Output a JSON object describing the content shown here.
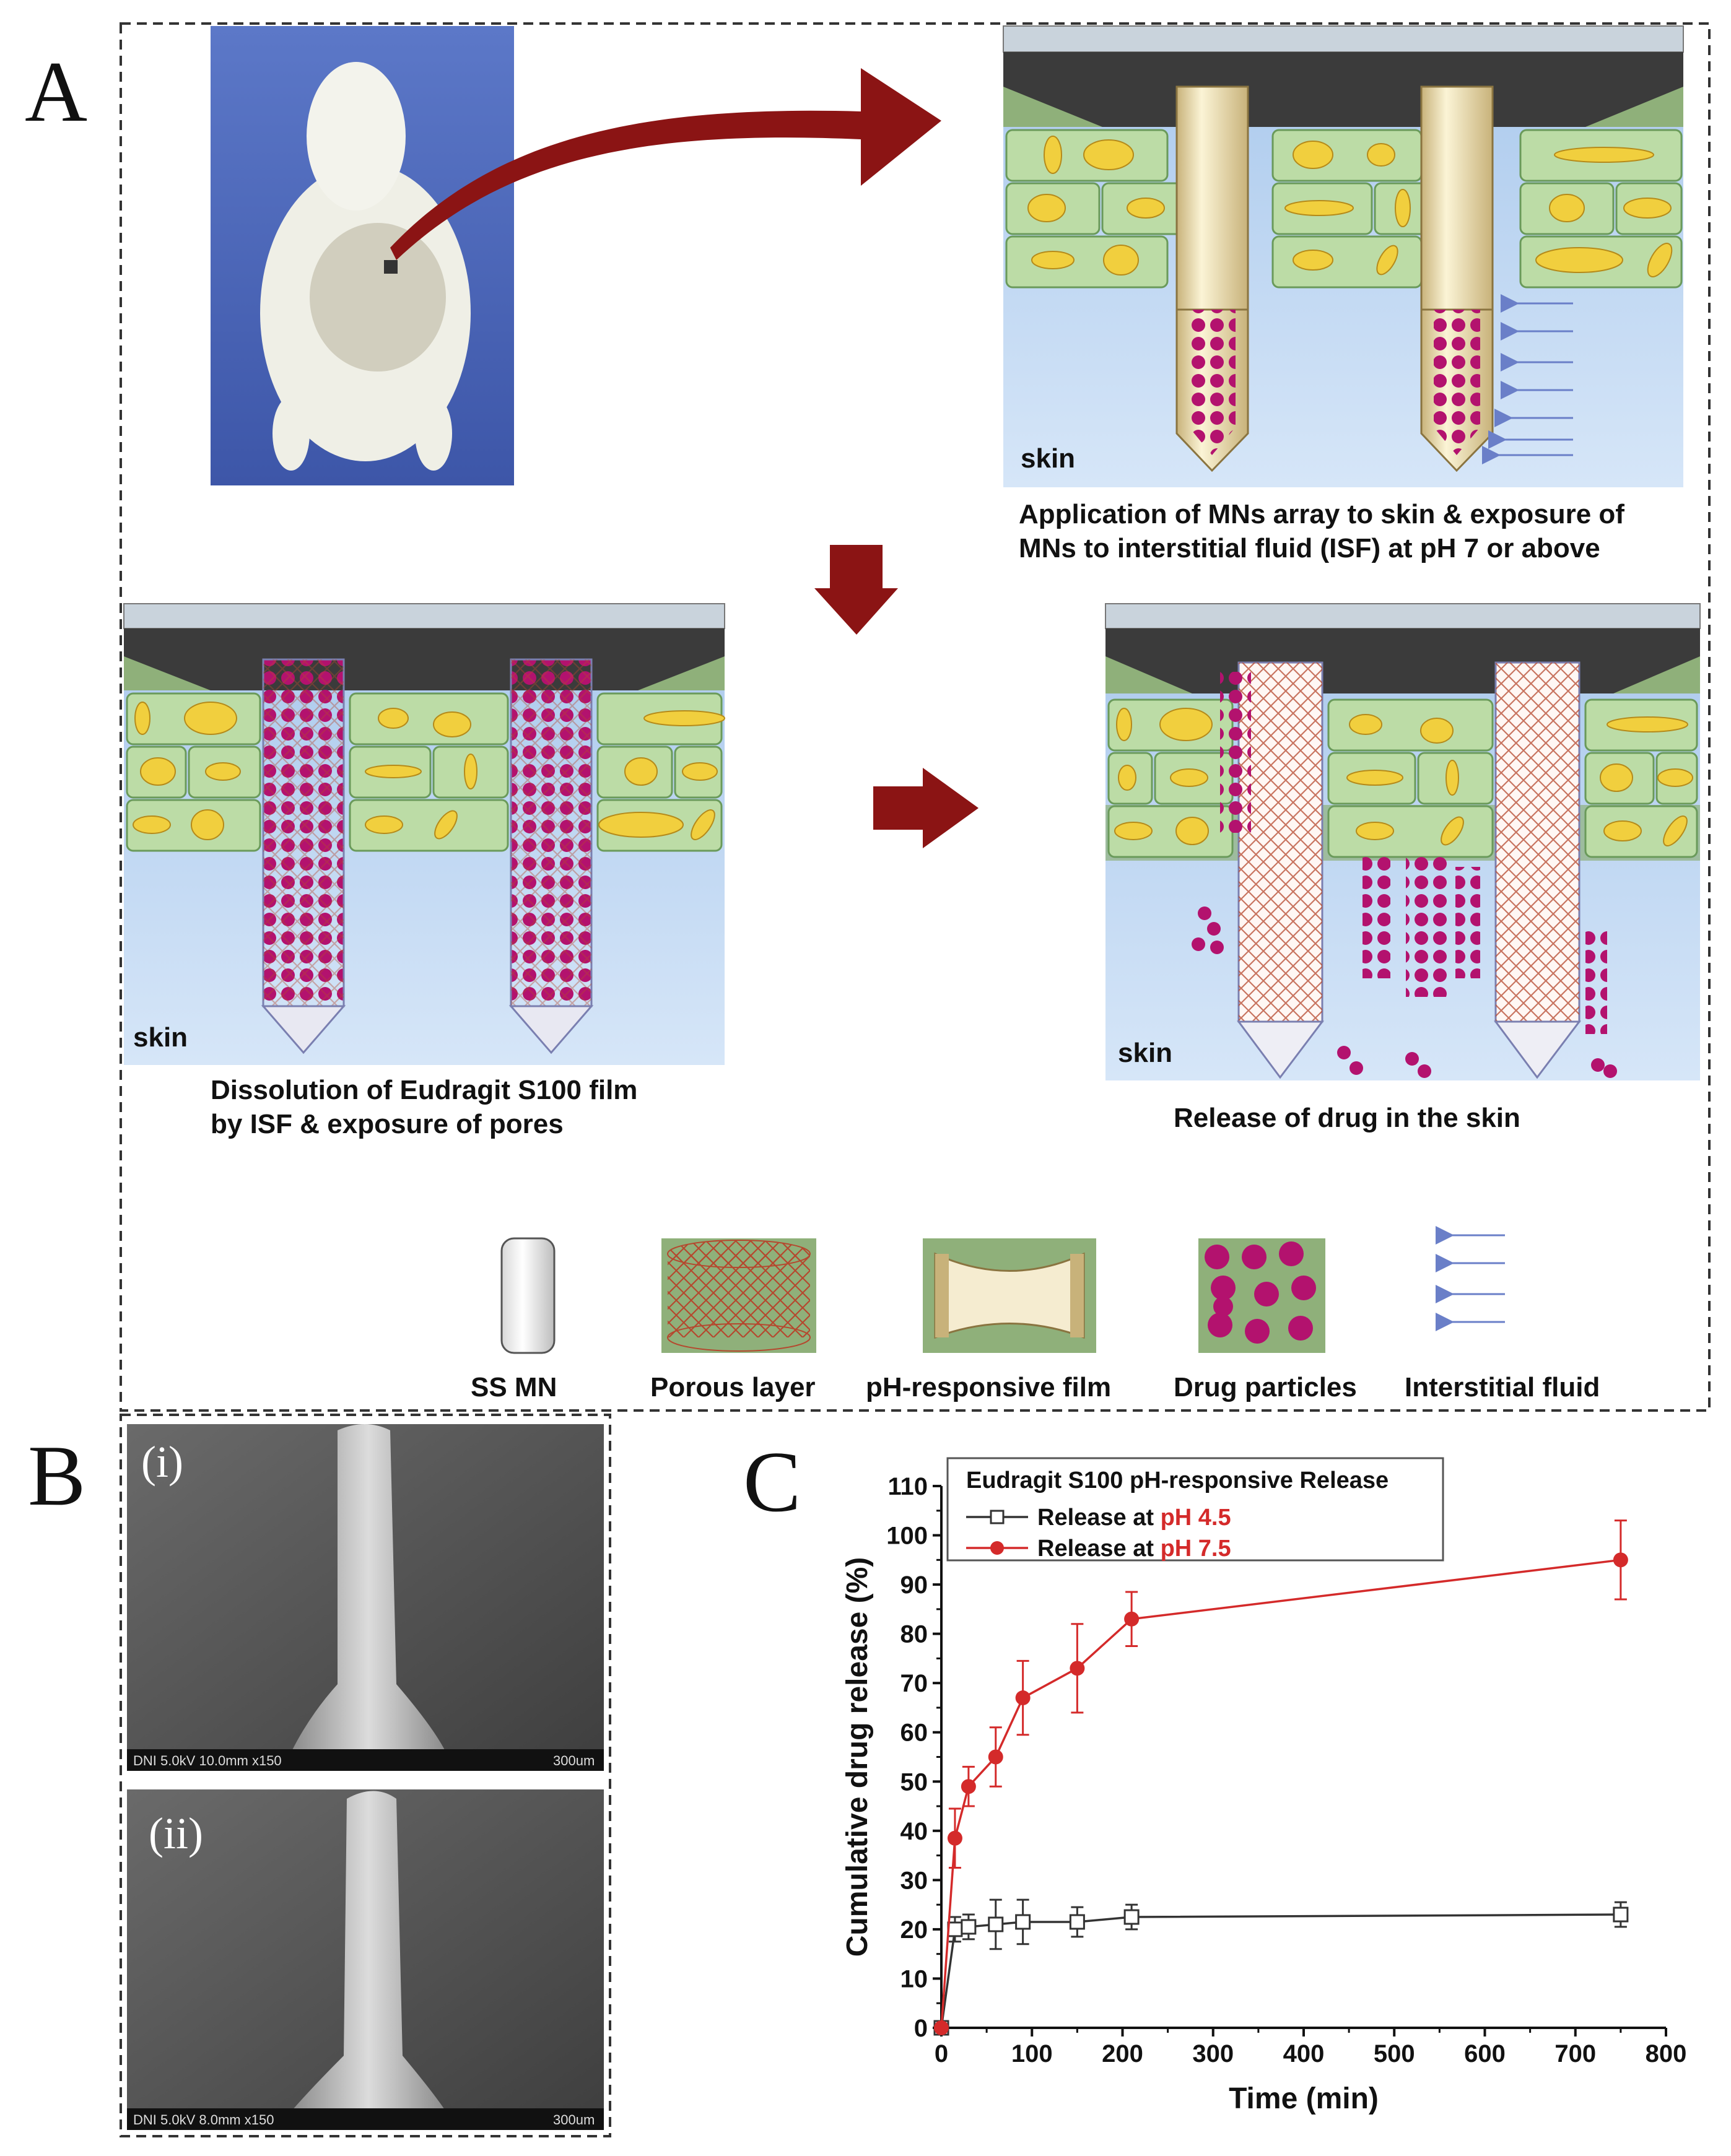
{
  "panel_labels": {
    "a": "A",
    "b": "B",
    "c": "C"
  },
  "panel_a": {
    "skin_label": "skin",
    "step1_caption": [
      "Application of MNs array to skin & exposure of",
      "MNs to interstitial fluid (ISF) at pH 7 or above"
    ],
    "step2_caption": [
      "Dissolution of Eudragit S100 film",
      "by ISF & exposure of pores"
    ],
    "step3_caption": [
      "Release of drug in the skin"
    ],
    "legend": [
      {
        "label": "SS MN"
      },
      {
        "label": "Porous layer"
      },
      {
        "label": "pH-responsive film"
      },
      {
        "label": "Drug particles"
      },
      {
        "label": "Interstitial fluid"
      }
    ]
  },
  "panel_b": {
    "sublabels": [
      "(i)",
      "(ii)"
    ],
    "sem_info": [
      "DNI 5.0kV 10.0mm x150",
      "DNI 5.0kV 8.0mm x150"
    ],
    "scale_text": "300um"
  },
  "chart_data": {
    "type": "line",
    "legend_title": "Eudragit S100 pH-responsive Release",
    "xlabel": "Time (min)",
    "ylabel": "Cumulative drug release (%)",
    "xlim": [
      0,
      800
    ],
    "ylim": [
      0,
      110
    ],
    "xticks": [
      0,
      100,
      200,
      300,
      400,
      500,
      600,
      700,
      800
    ],
    "yticks": [
      0,
      10,
      20,
      30,
      40,
      50,
      60,
      70,
      80,
      90,
      100,
      110
    ],
    "legend_position": "top-left",
    "series": [
      {
        "name_prefix": "Release at ",
        "name_highlight": "pH 4.5",
        "color": "#333333",
        "marker": "open-square",
        "x": [
          0,
          15,
          30,
          60,
          90,
          150,
          210,
          750
        ],
        "y": [
          0,
          20,
          20.5,
          21,
          21.5,
          21.5,
          22.5,
          23
        ],
        "err": [
          0,
          2.5,
          2.5,
          5,
          4.5,
          3,
          2.5,
          2.5
        ]
      },
      {
        "name_prefix": "Release at ",
        "name_highlight": "pH 7.5",
        "color": "#d42a2a",
        "marker": "filled-circle",
        "x": [
          0,
          15,
          30,
          60,
          90,
          150,
          210,
          750
        ],
        "y": [
          0,
          38.5,
          49,
          55,
          67,
          73,
          83,
          95
        ],
        "err": [
          0,
          6,
          4,
          6,
          7.5,
          9,
          5.5,
          8
        ]
      }
    ],
    "highlight_color": "#d42a2a"
  }
}
